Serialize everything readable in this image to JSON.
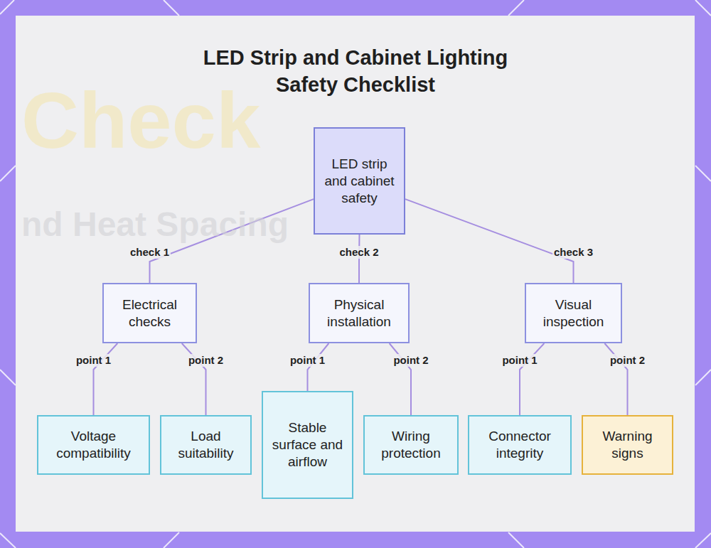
{
  "diagram": {
    "title": "LED Strip and Cabinet Lighting Safety Checklist",
    "nodes": [
      {
        "text": [
          "LED strip and cabinet safety"
        ]
      },
      {
        "text": [
          "Electrical checks"
        ]
      },
      {
        "text": [
          "Physical installation"
        ]
      },
      {
        "text": [
          "Visual inspection"
        ]
      },
      {
        "text": [
          "Voltage compatibility"
        ]
      },
      {
        "text": [
          "Load suitability"
        ]
      },
      {
        "text": [
          "Stable surface and airflow"
        ]
      },
      {
        "text": [
          "Wiring protection"
        ]
      },
      {
        "text": [
          "Connector integrity"
        ]
      },
      {
        "text": [
          "Warning signs"
        ]
      }
    ],
    "edges": [
      {
        "from": 0,
        "to": 1,
        "label": "check 1",
        "arrow": "none"
      },
      {
        "from": 0,
        "to": 2,
        "label": "check 2",
        "arrow": "none"
      },
      {
        "from": 0,
        "to": 3,
        "label": "check 3",
        "arrow": "none"
      },
      {
        "from": 1,
        "to": 4,
        "label": "point 1",
        "arrow": "none"
      },
      {
        "from": 1,
        "to": 5,
        "label": "point 2",
        "arrow": "none"
      },
      {
        "from": 2,
        "to": 6,
        "label": "point 1",
        "arrow": "none"
      },
      {
        "from": 2,
        "to": 7,
        "label": "point 2",
        "arrow": "none"
      },
      {
        "from": 3,
        "to": 8,
        "label": "point 1",
        "arrow": "none"
      },
      {
        "from": 3,
        "to": 9,
        "label": "point 2",
        "arrow": "none"
      }
    ],
    "labels": [
      "Check",
      "nd Heat Spacing"
    ]
  }
}
